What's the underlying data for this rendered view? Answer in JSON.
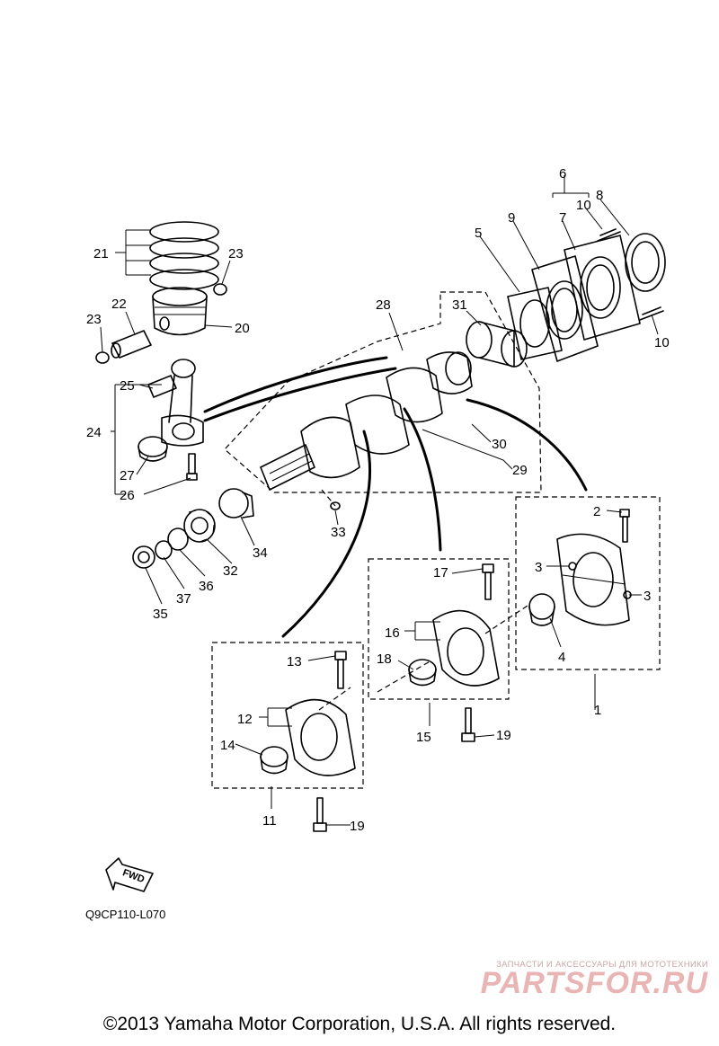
{
  "diagram": {
    "callouts": [
      "1",
      "2",
      "3",
      "4",
      "5",
      "6",
      "7",
      "8",
      "9",
      "10",
      "11",
      "12",
      "13",
      "14",
      "15",
      "16",
      "17",
      "18",
      "19",
      "20",
      "21",
      "22",
      "23",
      "24",
      "25",
      "26",
      "27",
      "28",
      "29",
      "30",
      "31",
      "32",
      "33",
      "34",
      "35",
      "36",
      "37"
    ],
    "fwd_label": "FWD",
    "diagram_code": "Q9CP110-L070"
  },
  "watermark": {
    "tagline": "ЗАПЧАСТИ И АКСЕССУАРЫ ДЛЯ МОТОТЕХНИКИ",
    "brand": "PARTSFOR.RU"
  },
  "footer": {
    "copyright": "©2013 Yamaha Motor Corporation, U.S.A. All rights reserved."
  }
}
